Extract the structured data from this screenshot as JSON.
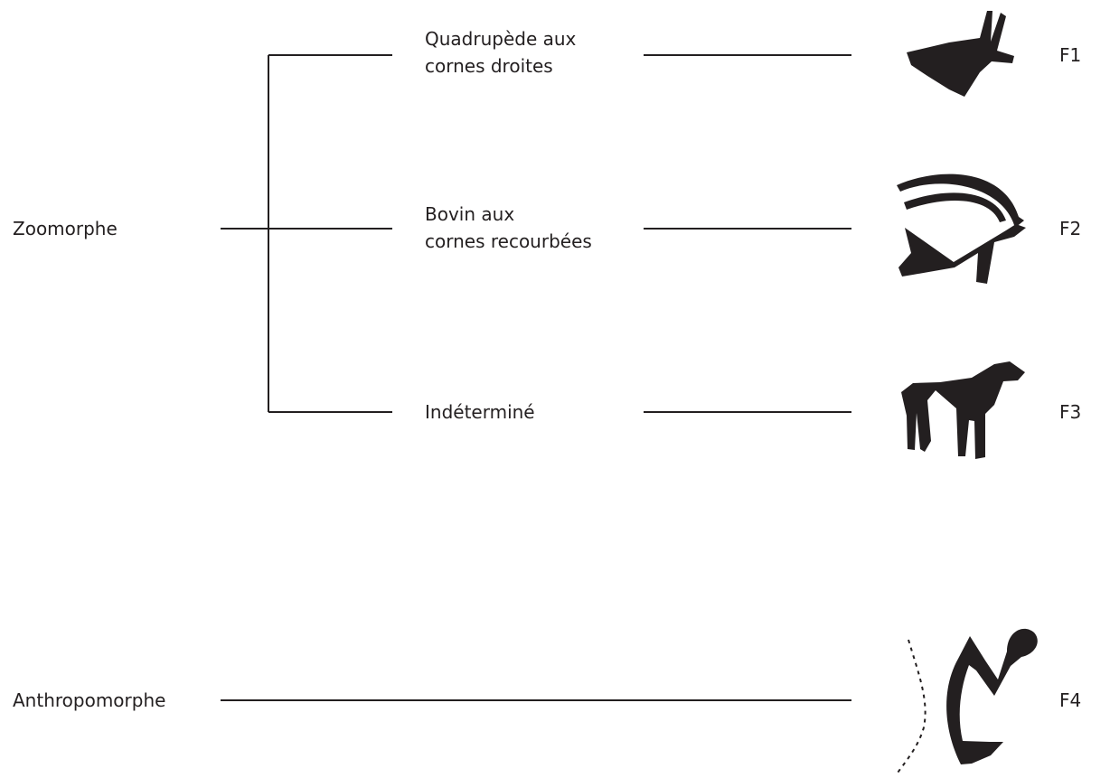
{
  "root_labels": {
    "zoomorphe": "Zoomorphe",
    "anthropomorphe": "Anthropomorphe"
  },
  "categories": [
    {
      "line1": "Quadrupède aux",
      "line2": "cornes droites",
      "code": "F1"
    },
    {
      "line1": "Bovin aux",
      "line2": "cornes recourbées",
      "code": "F2"
    },
    {
      "line1": "Indéterminé",
      "line2": "",
      "code": "F3"
    }
  ],
  "anthropomorphe_code": "F4",
  "colors": {
    "ink": "#231f20",
    "background": "#ffffff"
  }
}
